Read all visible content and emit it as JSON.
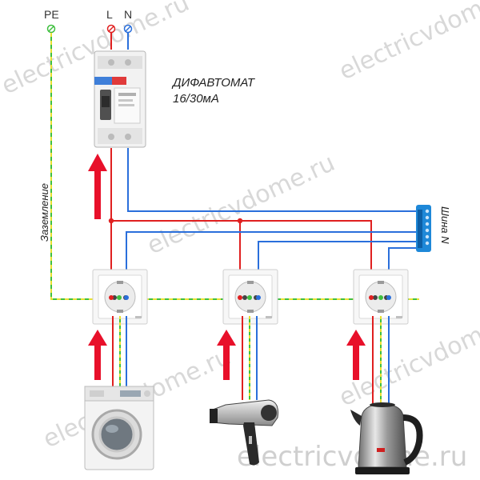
{
  "terminals": {
    "pe": "PE",
    "l": "L",
    "n": "N"
  },
  "breaker": {
    "title_line1": "ДИФАВТОМАТ",
    "title_line2": "16/30мА"
  },
  "labels": {
    "ground": "Заземление",
    "n_bus": "Шина N"
  },
  "watermark": "electricvdome.ru",
  "appliances": [
    "washing-machine",
    "hair-dryer",
    "electric-kettle"
  ],
  "colors": {
    "phase": "#e02020",
    "neutral": "#2a6fdb",
    "ground_green": "#3fbf3f",
    "ground_yellow": "#e8e030",
    "arrow": "#e8102a",
    "bus": "#1e88d8"
  }
}
